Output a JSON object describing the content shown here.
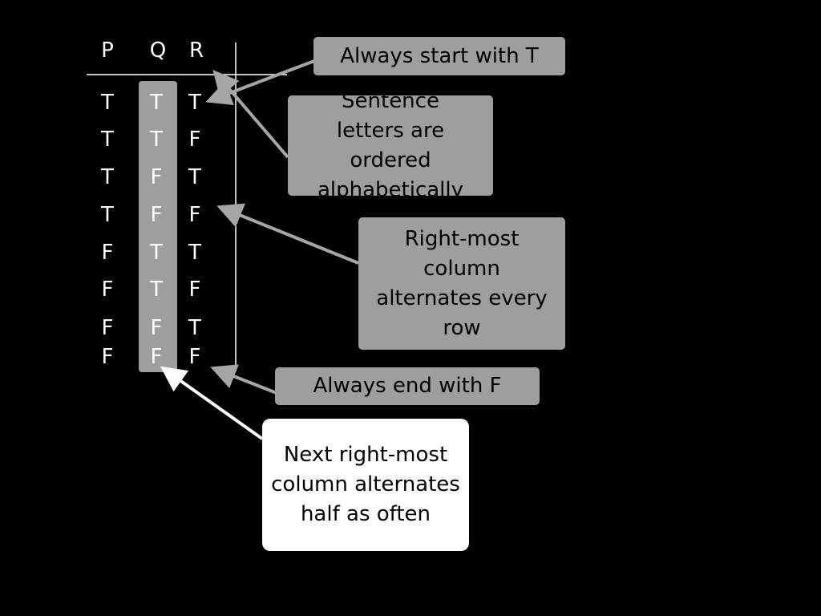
{
  "truth_table": {
    "headers": [
      "P",
      "Q",
      "R"
    ],
    "rows": [
      [
        "T",
        "T",
        "T"
      ],
      [
        "T",
        "T",
        "F"
      ],
      [
        "T",
        "F",
        "T"
      ],
      [
        "T",
        "F",
        "F"
      ],
      [
        "F",
        "T",
        "T"
      ],
      [
        "F",
        "T",
        "F"
      ],
      [
        "F",
        "F",
        "T"
      ],
      [
        "F",
        "F",
        "F"
      ]
    ]
  },
  "callouts": {
    "start": "Always start with T",
    "ordered": "Sentence letters are ordered alphabetically",
    "rightmost": "Right-most column alternates every row",
    "end": "Always end with F",
    "next": "Next right-most column alternates half as often"
  },
  "colors": {
    "background": "#000000",
    "text": "#ffffff",
    "callout_gray": "#9e9e9e",
    "callout_white": "#ffffff",
    "column_highlight": "#9e9e9e"
  }
}
